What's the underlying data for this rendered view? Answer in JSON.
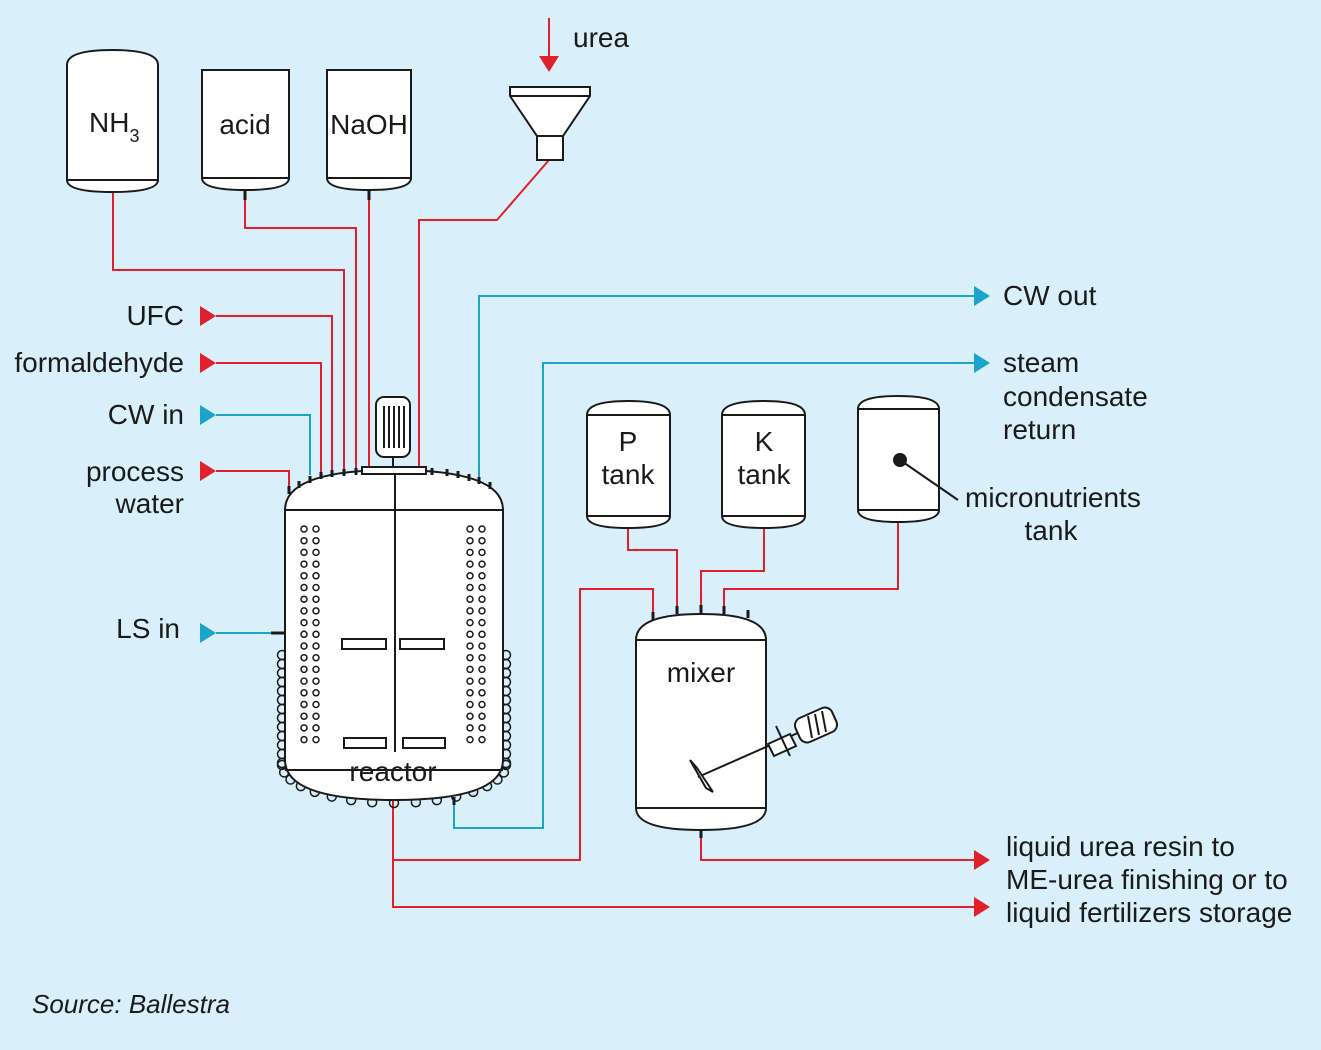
{
  "tanks": {
    "nh3": {
      "label": "NH",
      "sub": "3"
    },
    "acid": "acid",
    "naoh": "NaOH",
    "p_tank": [
      "P",
      "tank"
    ],
    "k_tank": [
      "K",
      "tank"
    ],
    "micronutrients": [
      "micronutrients",
      "tank"
    ]
  },
  "feeds": {
    "urea": "urea",
    "ufc": "UFC",
    "formaldehyde": "formaldehyde",
    "cw_in": "CW in",
    "process_water": [
      "process",
      "water"
    ],
    "ls_in": "LS in"
  },
  "outputs": {
    "cw_out": "CW out",
    "steam_condensate": [
      "steam",
      "condensate",
      "return"
    ],
    "product": [
      "liquid urea resin to",
      "ME-urea finishing or to",
      "liquid fertilizers storage"
    ]
  },
  "equipment": {
    "reactor": "reactor",
    "mixer": "mixer"
  },
  "source": "Source: Ballestra",
  "colors": {
    "background": "#d9eff9",
    "red_line": "#e1202b",
    "blue_line": "#1ba3cc",
    "outline": "#1a1a1a"
  }
}
